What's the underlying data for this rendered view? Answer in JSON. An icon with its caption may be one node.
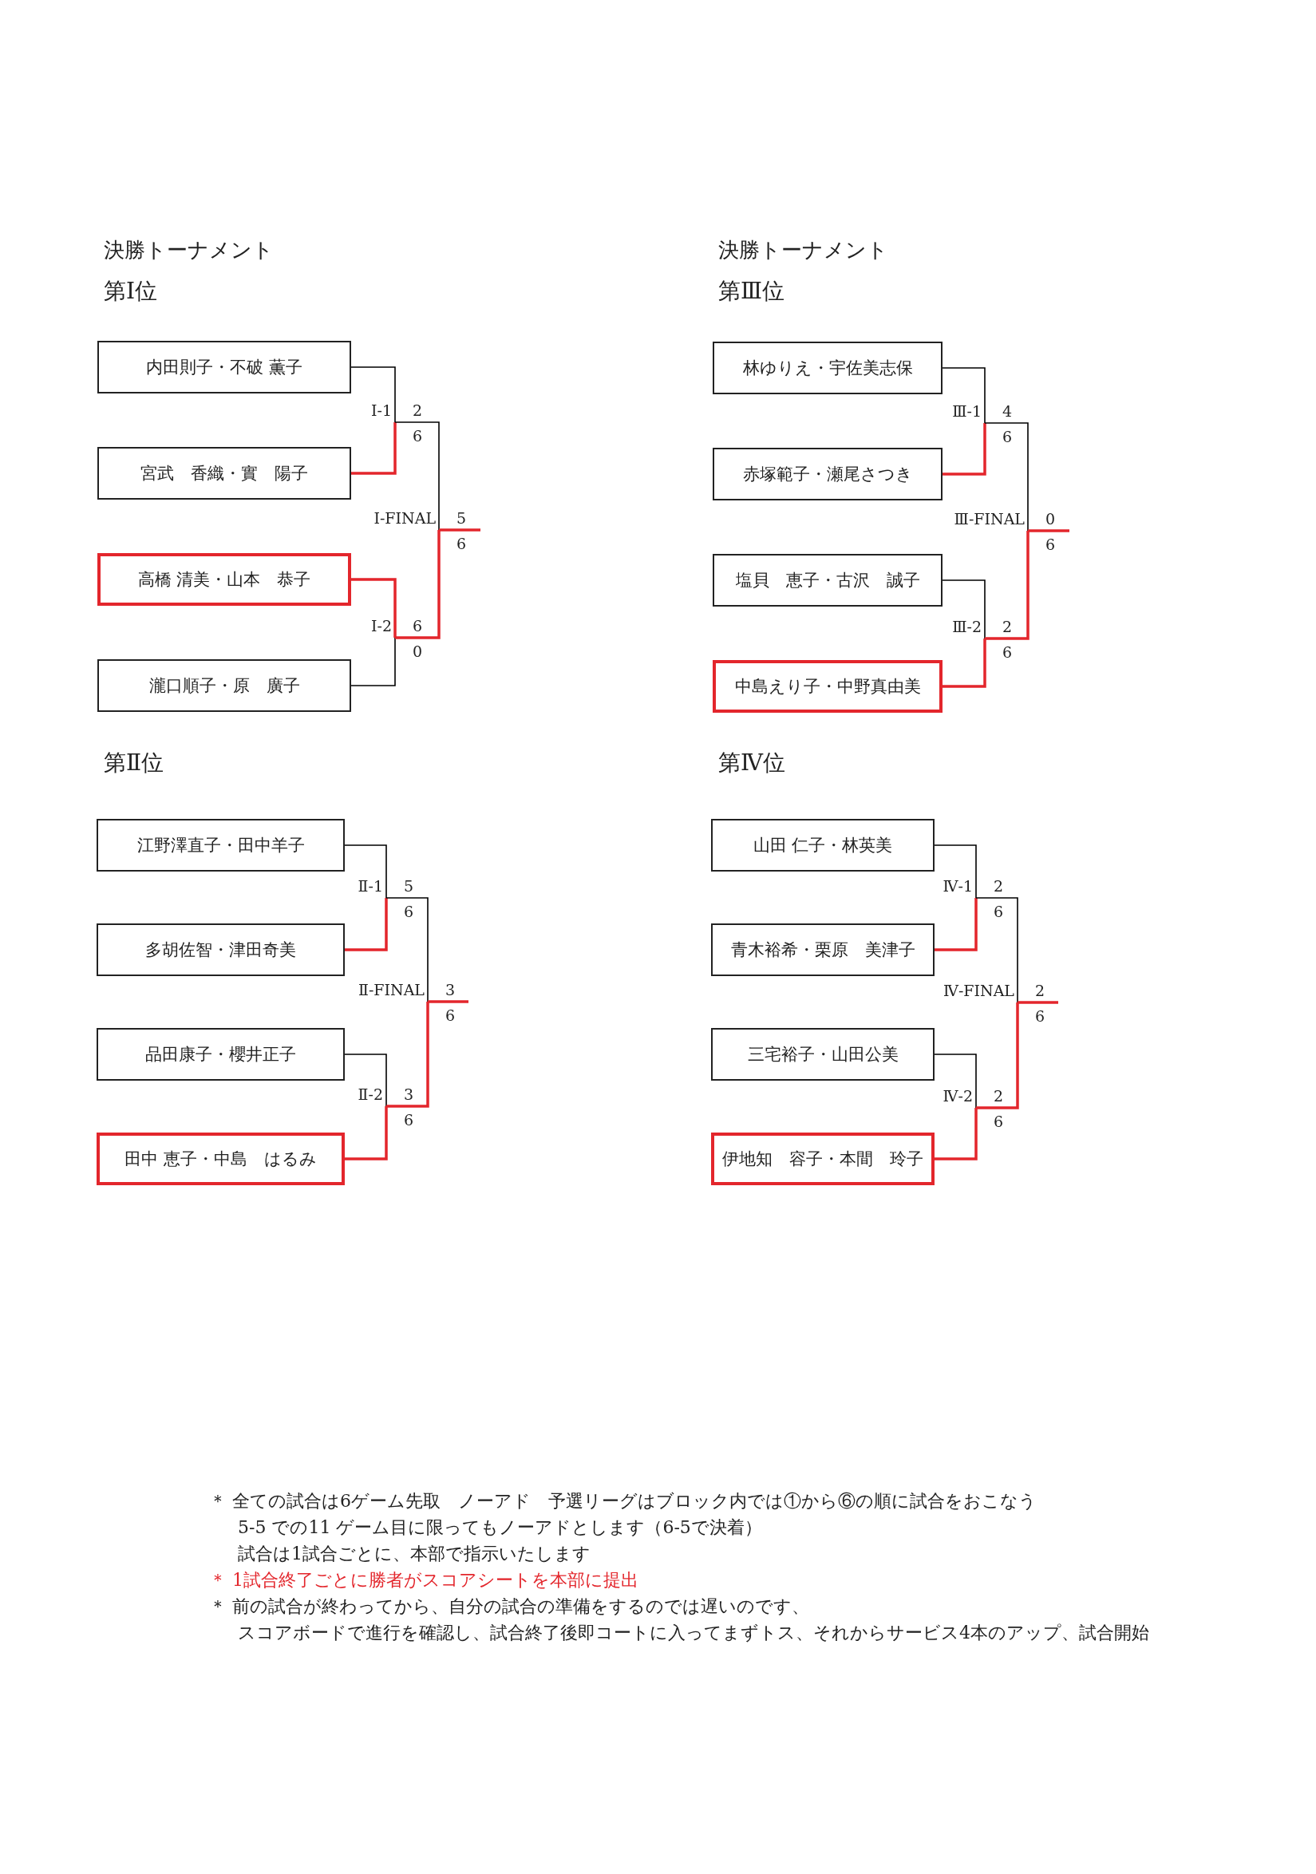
{
  "diagram": {
    "nodes": [
      {
        "text": [
          "内田則子・不破 薫子"
        ]
      },
      {
        "text": [
          "Ⅰ-1"
        ],
        "beside": [
          "2",
          "6"
        ]
      },
      {
        "text": [
          "宮武　香織・實　陽子"
        ]
      },
      {
        "text": [
          "Ⅰ-FINAL"
        ],
        "beside": [
          "5",
          "6"
        ]
      },
      {
        "text": [
          "高橋 清美・山本　恭子"
        ]
      },
      {
        "text": [
          "Ⅰ-2"
        ],
        "beside": [
          "6",
          "0"
        ]
      },
      {
        "text": [
          "瀧口順子・原　廣子"
        ]
      },
      {
        "text": [
          "林ゆりえ・宇佐美志保"
        ]
      },
      {
        "text": [
          "Ⅲ-1"
        ],
        "beside": [
          "4",
          "6"
        ]
      },
      {
        "text": [
          "赤塚範子・瀬尾さつき"
        ]
      },
      {
        "text": [
          "Ⅲ-FINAL"
        ],
        "beside": [
          "0",
          "6"
        ]
      },
      {
        "text": [
          "塩貝　恵子・古沢　誠子"
        ]
      },
      {
        "text": [
          "Ⅲ-2"
        ],
        "beside": [
          "2",
          "6"
        ]
      },
      {
        "text": [
          "中島えり子・中野真由美"
        ]
      },
      {
        "text": [
          "江野澤直子・田中羊子"
        ]
      },
      {
        "text": [
          "Ⅱ-1"
        ],
        "beside": [
          "5",
          "6"
        ]
      },
      {
        "text": [
          "多胡佐智・津田奇美"
        ]
      },
      {
        "text": [
          "Ⅱ-FINAL"
        ],
        "beside": [
          "3",
          "6"
        ]
      },
      {
        "text": [
          "品田康子・櫻井正子"
        ]
      },
      {
        "text": [
          "Ⅱ-2"
        ],
        "beside": [
          "3",
          "6"
        ]
      },
      {
        "text": [
          "田中 恵子・中島　はるみ"
        ]
      },
      {
        "text": [
          "山田 仁子・林英美"
        ]
      },
      {
        "text": [
          "Ⅳ-1"
        ],
        "beside": [
          "2",
          "6"
        ]
      },
      {
        "text": [
          "青木裕希・栗原　美津子"
        ]
      },
      {
        "text": [
          "Ⅳ-FINAL"
        ],
        "beside": [
          "2",
          "6"
        ]
      },
      {
        "text": [
          "三宅裕子・山田公美"
        ]
      },
      {
        "text": [
          "Ⅳ-2"
        ],
        "beside": [
          "2",
          "6"
        ]
      },
      {
        "text": [
          "伊地知　容子・本間　玲子"
        ]
      }
    ],
    "edges": [
      {
        "from": 0,
        "to": 1,
        "arrow": "none",
        "color": "#000000"
      },
      {
        "from": 2,
        "to": 1,
        "arrow": "none",
        "color": "#e3262c"
      },
      {
        "from": 4,
        "to": 5,
        "arrow": "none",
        "color": "#e3262c"
      },
      {
        "from": 6,
        "to": 5,
        "arrow": "none",
        "color": "#000000"
      },
      {
        "from": 1,
        "to": 3,
        "arrow": "none",
        "color": "#000000"
      },
      {
        "from": 5,
        "to": 3,
        "arrow": "none",
        "color": "#e3262c"
      },
      {
        "from": 3,
        "to": null,
        "arrow": "none",
        "color": "#e3262c"
      },
      {
        "from": 7,
        "to": 8,
        "arrow": "none",
        "color": "#000000"
      },
      {
        "from": 9,
        "to": 8,
        "arrow": "none",
        "color": "#e3262c"
      },
      {
        "from": 11,
        "to": 12,
        "arrow": "none",
        "color": "#000000"
      },
      {
        "from": 13,
        "to": 12,
        "arrow": "none",
        "color": "#e3262c"
      },
      {
        "from": 8,
        "to": 10,
        "arrow": "none",
        "color": "#000000"
      },
      {
        "from": 12,
        "to": 10,
        "arrow": "none",
        "color": "#e3262c"
      },
      {
        "from": 10,
        "to": null,
        "arrow": "none",
        "color": "#e3262c"
      },
      {
        "from": 14,
        "to": 15,
        "arrow": "none",
        "color": "#000000"
      },
      {
        "from": 16,
        "to": 15,
        "arrow": "none",
        "color": "#e3262c"
      },
      {
        "from": 18,
        "to": 19,
        "arrow": "none",
        "color": "#000000"
      },
      {
        "from": 20,
        "to": 19,
        "arrow": "none",
        "color": "#e3262c"
      },
      {
        "from": 15,
        "to": 17,
        "arrow": "none",
        "color": "#000000"
      },
      {
        "from": 19,
        "to": 17,
        "arrow": "none",
        "color": "#e3262c"
      },
      {
        "from": 17,
        "to": null,
        "arrow": "none",
        "color": "#e3262c"
      },
      {
        "from": 21,
        "to": 22,
        "arrow": "none",
        "color": "#000000"
      },
      {
        "from": 23,
        "to": 22,
        "arrow": "none",
        "color": "#e3262c"
      },
      {
        "from": 25,
        "to": 26,
        "arrow": "none",
        "color": "#000000"
      },
      {
        "from": 27,
        "to": 26,
        "arrow": "none",
        "color": "#e3262c"
      },
      {
        "from": 22,
        "to": 24,
        "arrow": "none",
        "color": "#000000"
      },
      {
        "from": 26,
        "to": 24,
        "arrow": "none",
        "color": "#e3262c"
      },
      {
        "from": 24,
        "to": null,
        "arrow": "none",
        "color": "#e3262c"
      }
    ],
    "labels": [
      "決勝トーナメント",
      "第Ⅰ位",
      "決勝トーナメント",
      "第Ⅲ位",
      "第Ⅱ位",
      "第Ⅳ位",
      "＊ 全ての試合は6ゲーム先取　ノーアド　予選リーグはブロック内では①から⑥の順に試合をおこなう",
      "5-5 での11 ゲーム目に限ってもノーアドとします（6-5で決着）",
      "試合は1試合ごとに、本部で指示いたします",
      "＊ 1試合終了ごとに勝者がスコアシートを本部に提出",
      "＊ 前の試合が終わってから、自分の試合の準備をするのでは遅いのです、",
      "スコアボードで進行を確認し、試合終了後即コートに入ってまずトス、それからサービス4本のアップ、試合開始"
    ]
  }
}
